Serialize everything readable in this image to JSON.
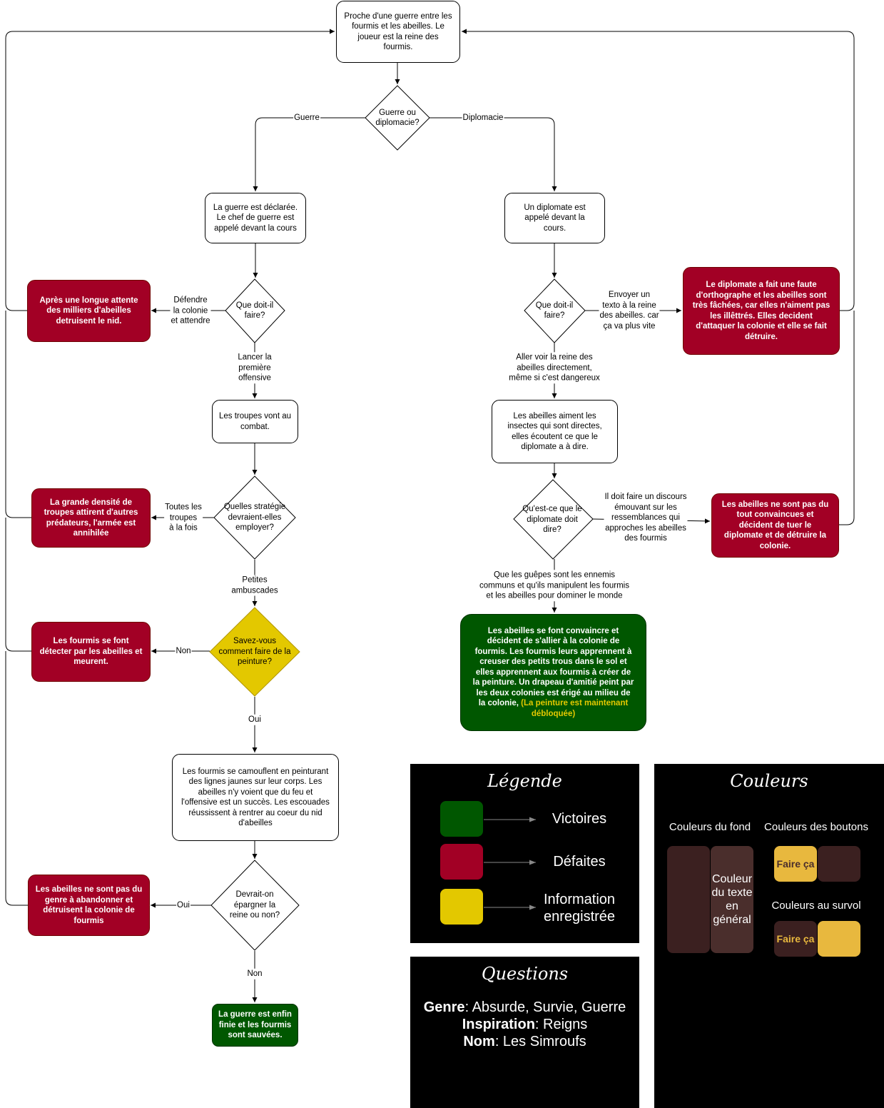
{
  "nodes": {
    "start": "Proche d'une guerre entre les fourmis et les abeilles. Le joueur est la reine des fourmis.",
    "d_choice": "Guerre ou diplomacie?",
    "war_declared": "La guerre est déclarée. Le chef de guerre est appelé devant la cours",
    "d_war_what": "Que doit-il faire?",
    "red_wait": "Après une longue attente des milliers d'abeilles detruisent le nid.",
    "troops": "Les troupes vont au combat.",
    "d_strategy": "Quelles stratégie devraient-elles employer?",
    "red_density": "La grande densité de troupes attirent d'autres prédateurs, l'armée est annihilée",
    "d_paint": "Savez-vous comment faire de la peinture?",
    "red_detect": "Les fourmis se font détecter par les abeilles et meurent.",
    "camouflage": "Les fourmis se camouflent en peinturant des lignes jaunes sur leur corps. Les abeilles n'y voient que du feu et l'offensive est un succès. Les escouades réussissent à rentrer au coeur du nid d'abeilles",
    "d_spare": "Devrait-on épargner la reine ou non?",
    "red_spare": "Les abeilles ne sont pas du genre à abandonner et détruisent la colonie de fourmis",
    "green_war": "La guerre est enfin finie et les fourmis sont sauvées.",
    "diplomat": "Un diplomate est appelé devant la cours.",
    "d_dip_what": "Que doit-il faire?",
    "red_text": "Le diplomate a fait une faute d'orthographe et les abeilles sont très fâchées, car elles n'aiment pas les illêttrés. Elles decident d'attaquer la colonie et elle se fait détruire.",
    "bees_like": "Les abeilles aiment les insectes qui sont directes, elles écoutent ce que le diplomate a à dire.",
    "d_say": "Qu'est-ce que le diplomate doit dire?",
    "red_speech": "Les abeilles ne sont pas du tout convaincues et décident de tuer le diplomate et de détruire la colonie.",
    "green_main": "Les abeilles se font convaincre et décident de s'allier à la colonie de fourmis. Les fourmis leurs apprennent à creuser des petits trous dans le sol et elles apprennent aux fourmis à créer de la peinture. Un drapeau d'amitié peint par les deux colonies est érigé au milieu de la colonie,",
    "green_main_highlight": "(La peinture est maintenant débloquée)"
  },
  "labels": {
    "guerre": "Guerre",
    "diplomacie": "Diplomacie",
    "defendre": "Défendre\nla colonie\net attendre",
    "lancer": "Lancer la\npremière\noffensive",
    "toutes": "Toutes les\ntroupes\nà la fois",
    "petites": "Petites\nambuscades",
    "non_paint": "Non",
    "oui_paint": "Oui",
    "oui_spare": "Oui",
    "non_spare": "Non",
    "texto": "Envoyer un\ntexto à la reine\ndes abeilles. car\nça va plus vite",
    "aller_voir": "Aller voir la reine des\nabeilles directement,\nmême si c'est dangereux",
    "discours": "Il doit faire un discours\némouvant sur les\nressemblances qui\napproches les abeilles\ndes fourmis",
    "guepes": "Que les guêpes sont les ennemis\ncommuns et qu'ils manipulent les fourmis\net les abeilles pour dominer le monde"
  },
  "legend": {
    "title": "Légende",
    "items": [
      {
        "label": "Victoires",
        "color": "#005700"
      },
      {
        "label": "Défaites",
        "color": "#a20025"
      },
      {
        "label": "Information enregistrée",
        "color": "#e3c800"
      }
    ]
  },
  "questions": {
    "title": "Questions",
    "genre_key": "Genre",
    "genre_val": ": Absurde, Survie, Guerre",
    "inspiration_key": "Inspiration",
    "inspiration_val": ": Reigns",
    "nom_key": "Nom",
    "nom_val": ": Les Simroufs"
  },
  "couleurs": {
    "title": "Couleurs",
    "fond_title": "Couleurs du fond",
    "text_swatch": "Couleur du texte en général",
    "boutons_title": "Couleurs des boutons",
    "survol_title": "Couleurs au survol",
    "button_label": "Faire ça",
    "bg_dark": "#3b2020",
    "bg_mid": "#4a2e2c",
    "button_yellow": "#e8b83e",
    "button_text": "#4a2e2c"
  },
  "colors": {
    "victory": "#005700",
    "defeat": "#a20025",
    "info": "#e3c800"
  }
}
